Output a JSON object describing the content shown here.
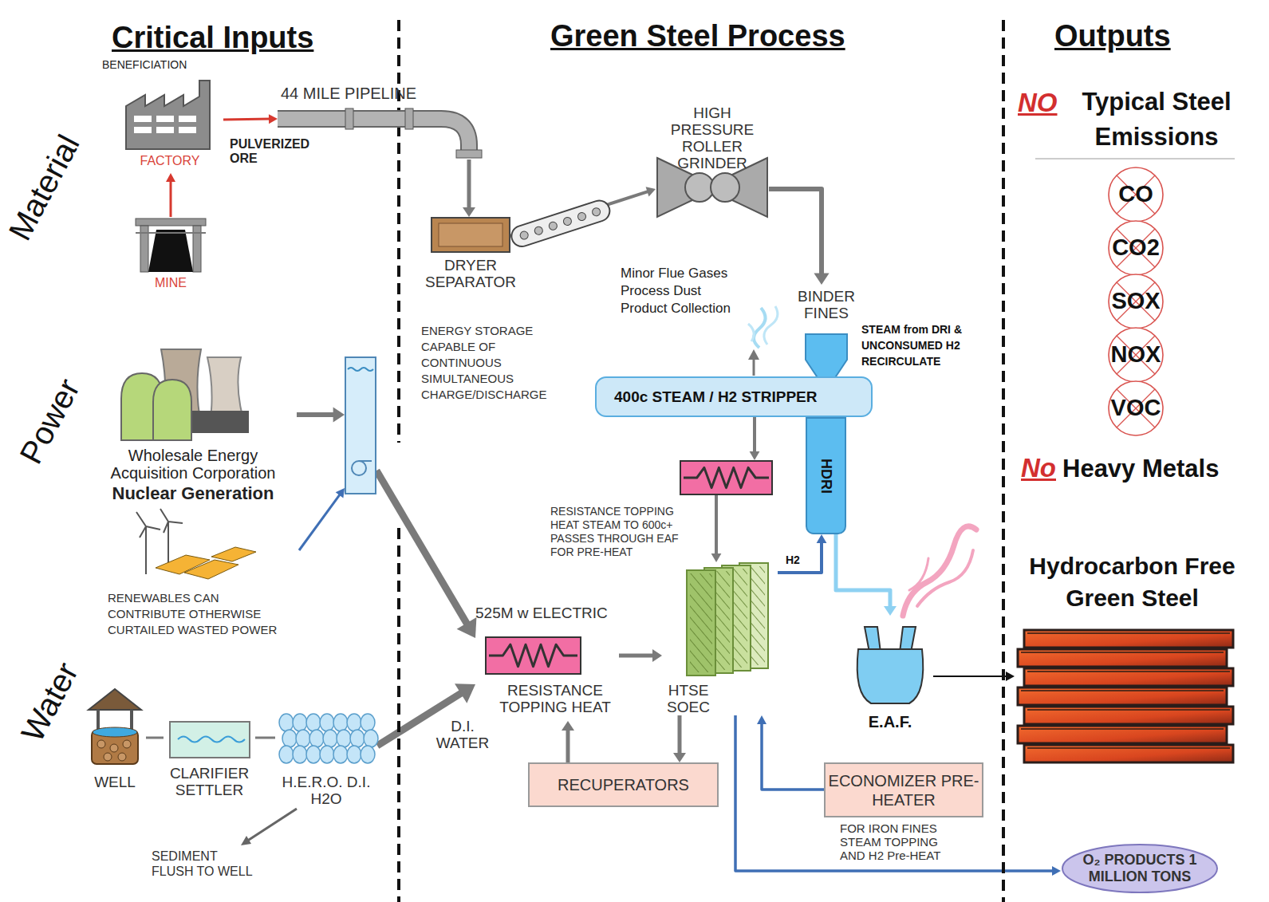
{
  "diagram": {
    "nodes": [
      {
        "text": [
          "BENEFICIATION",
          "FACTORY"
        ]
      },
      {
        "text": [
          "MINE"
        ]
      },
      {
        "text": [
          "44 MILE PIPELINE"
        ]
      },
      {
        "text": [
          "DRYER SEPARATOR"
        ]
      },
      {
        "text": [
          "HIGH PRESSURE ROLLER GRINDER"
        ]
      },
      {
        "text": [
          "BINDER FINES"
        ]
      },
      {
        "text": [
          "400c STEAM / H2 STRIPPER"
        ]
      },
      {
        "text": [
          "HDRI"
        ]
      },
      {
        "text": [
          "RESISTANCE TOPPING HEAT STEAM TO 600c+ PASSES THROUGH EAF FOR PRE-HEAT"
        ]
      },
      {
        "text": [
          "HTSE SOEC"
        ]
      },
      {
        "text": [
          "E.A.F."
        ]
      },
      {
        "text": [
          "525M w ELECTRIC",
          "RESISTANCE TOPPING HEAT"
        ]
      },
      {
        "text": [
          "RECUPERATORS"
        ]
      },
      {
        "text": [
          "ECONOMIZER PRE-HEATER",
          "FOR IRON FINES STEAM TOPPING AND H2 Pre-HEAT"
        ]
      },
      {
        "text": [
          "O₂ PRODUCTS 1 MILLION TONS"
        ]
      },
      {
        "text": [
          "Wholesale Energy Acquisition Corporation",
          "Nuclear Generation"
        ]
      },
      {
        "text": [
          "RENEWABLES CAN CONTRIBUTE OTHERWISE CURTAILED WASTED POWER"
        ]
      },
      {
        "text": [
          "ENERGY STORAGE CAPABLE OF CONTINUOUS SIMULTANEOUS CHARGE/DISCHARGE"
        ]
      },
      {
        "text": [
          "WELL"
        ]
      },
      {
        "text": [
          "CLARIFIER SETTLER"
        ]
      },
      {
        "text": [
          "H.E.R.O. D.I. H2O"
        ]
      },
      {
        "text": [
          "Hydrocarbon Free Green Steel"
        ]
      },
      {
        "text": [
          "CO"
        ]
      },
      {
        "text": [
          "CO2"
        ]
      },
      {
        "text": [
          "SOX"
        ]
      },
      {
        "text": [
          "NOX"
        ]
      },
      {
        "text": [
          "VOC"
        ]
      }
    ],
    "edges": [
      {
        "from": 1,
        "to": 0,
        "arrow": "to"
      },
      {
        "from": 0,
        "to": 2,
        "label": "PULVERIZED ORE",
        "arrow": "to"
      },
      {
        "from": 2,
        "to": 3,
        "arrow": "to"
      },
      {
        "from": 3,
        "to": 4,
        "arrow": "to"
      },
      {
        "from": 4,
        "to": 5,
        "arrow": "to"
      },
      {
        "from": 6,
        "to": 8,
        "arrow": "to"
      },
      {
        "from": 8,
        "to": 9,
        "arrow": "to"
      },
      {
        "from": 9,
        "to": 7,
        "label": "H2",
        "arrow": "to"
      },
      {
        "from": 7,
        "to": 10,
        "arrow": "to"
      },
      {
        "from": 10,
        "to": 21,
        "arrow": "to"
      },
      {
        "from": 9,
        "to": 14,
        "arrow": "to"
      },
      {
        "from": 13,
        "to": 9,
        "arrow": "to"
      },
      {
        "from": 11,
        "to": 9,
        "arrow": "to"
      },
      {
        "from": 12,
        "to": 11,
        "arrow": "to"
      },
      {
        "from": 9,
        "to": 12,
        "arrow": "to"
      },
      {
        "from": 17,
        "to": 11,
        "arrow": "to"
      },
      {
        "from": 15,
        "to": 17,
        "arrow": "to"
      },
      {
        "from": 16,
        "to": 17,
        "arrow": "to"
      },
      {
        "from": 18,
        "to": 19,
        "arrow": "none"
      },
      {
        "from": 19,
        "to": 20,
        "arrow": "none"
      },
      {
        "from": 20,
        "to": 11,
        "label": "D.I. WATER",
        "arrow": "to"
      }
    ],
    "labels": [
      "Critical Inputs",
      "Green Steel Process",
      "Outputs",
      "Material",
      "Power",
      "Water",
      "Minor Flue Gases Process Dust Product Collection",
      "STEAM from DRI & UNCONSUMED H2 RECIRCULATE",
      "NO",
      "Typical Steel Emissions",
      "No",
      "Heavy Metals",
      "SEDIMENT FLUSH TO WELL"
    ]
  }
}
